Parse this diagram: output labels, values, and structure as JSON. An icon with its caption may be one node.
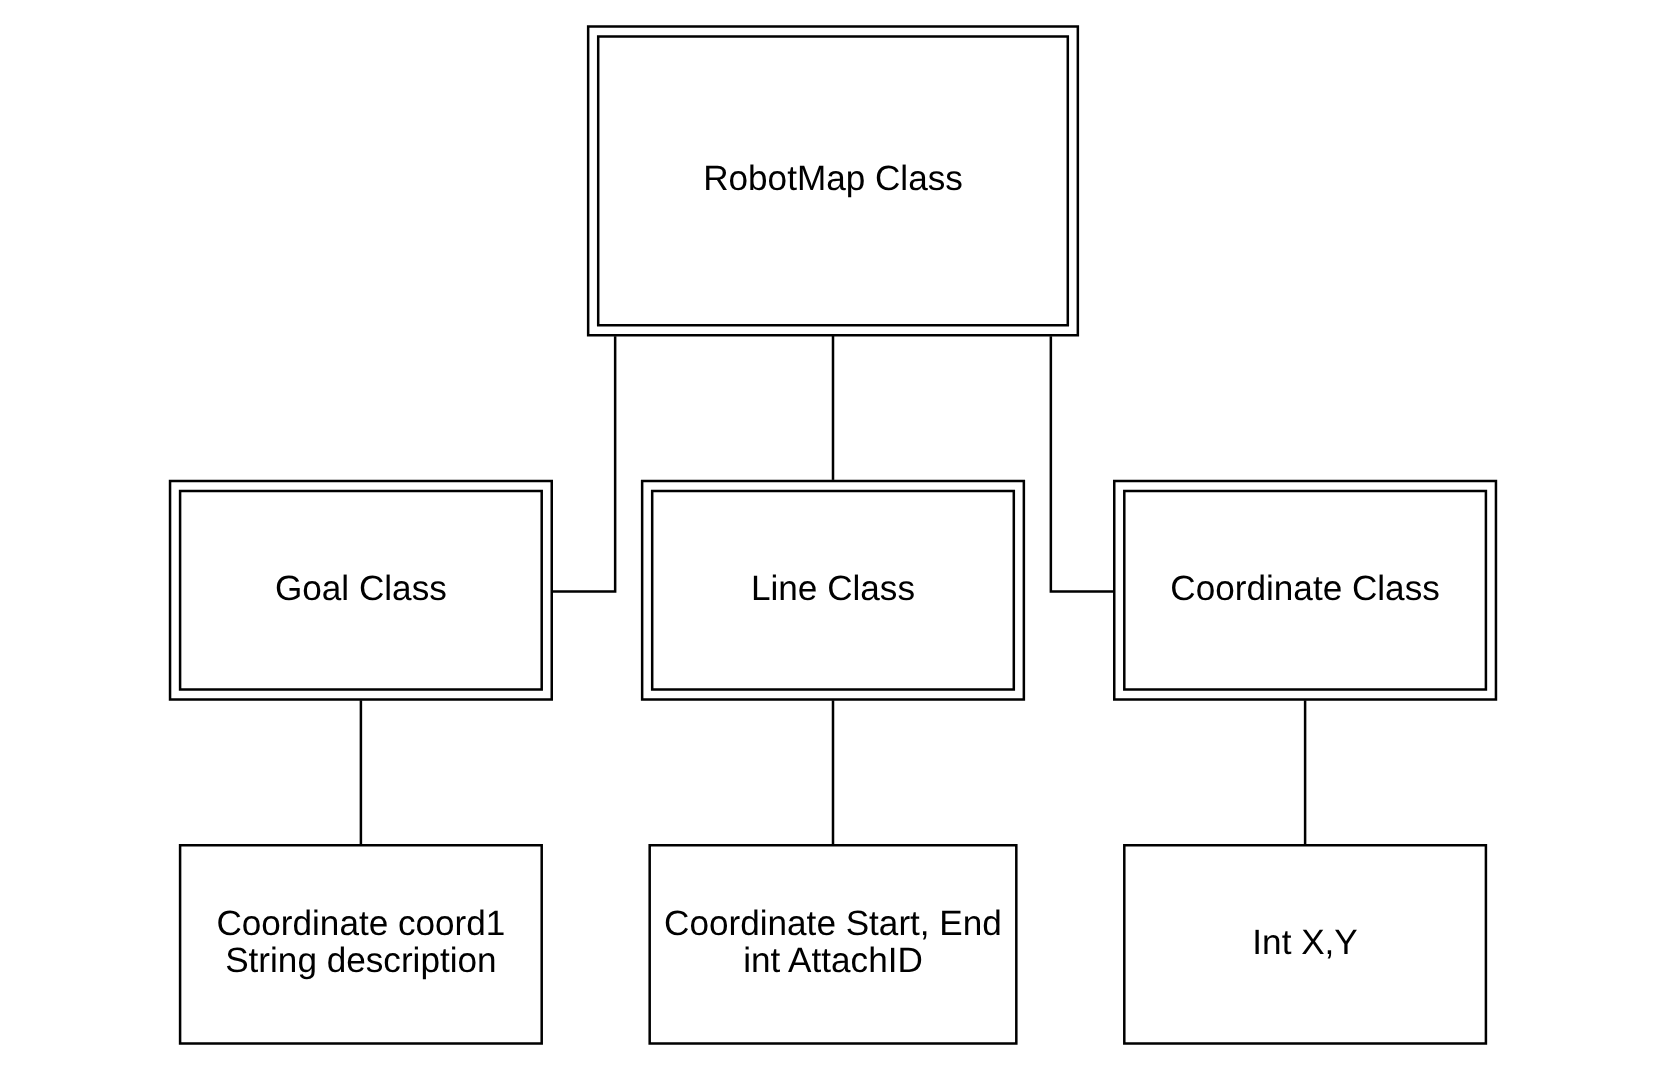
{
  "diagram": {
    "nodes": [
      {
        "text": [
          "RobotMap Class"
        ]
      },
      {
        "text": [
          "Goal Class"
        ]
      },
      {
        "text": [
          "Line Class"
        ]
      },
      {
        "text": [
          "Coordinate Class"
        ]
      },
      {
        "text": [
          "Coordinate coord1",
          "String description"
        ]
      },
      {
        "text": [
          "Coordinate Start, End",
          "int AttachID"
        ]
      },
      {
        "text": [
          "Int X,Y"
        ]
      }
    ],
    "edges": [
      {
        "from": 0,
        "to": 1,
        "arrow": "none"
      },
      {
        "from": 0,
        "to": 2,
        "arrow": "none"
      },
      {
        "from": 0,
        "to": 3,
        "arrow": "none"
      },
      {
        "from": 1,
        "to": 4,
        "arrow": "none"
      },
      {
        "from": 2,
        "to": 5,
        "arrow": "none"
      },
      {
        "from": 3,
        "to": 6,
        "arrow": "none"
      }
    ]
  }
}
